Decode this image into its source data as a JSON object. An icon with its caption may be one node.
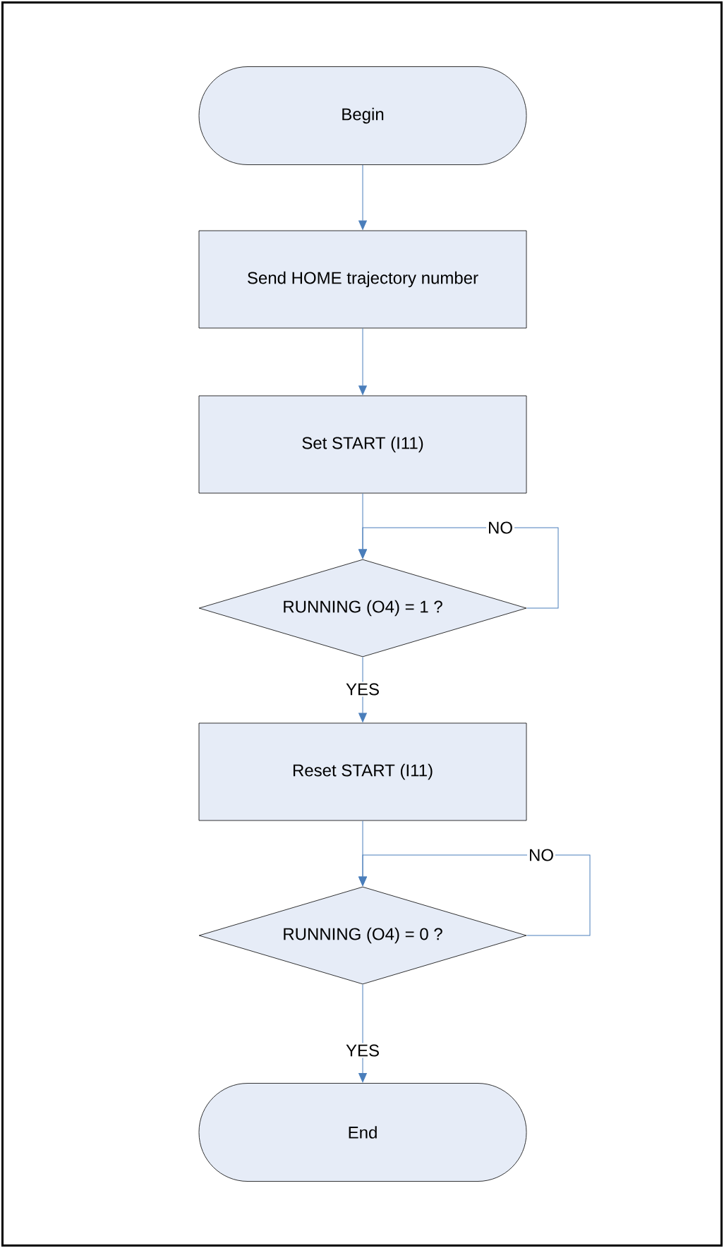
{
  "diagram": {
    "nodes": [
      {
        "text": [
          "Begin"
        ]
      },
      {
        "text": [
          "Send HOME trajectory number"
        ]
      },
      {
        "text": [
          "Set START (I11)"
        ]
      },
      {
        "text": [
          "RUNNING (O4) = 1 ?"
        ]
      },
      {
        "text": [
          "Reset START (I11)"
        ]
      },
      {
        "text": [
          "RUNNING (O4) = 0 ?"
        ]
      },
      {
        "text": [
          "End"
        ]
      }
    ],
    "edges": [
      {
        "from": 0,
        "to": 1,
        "arrow": "to"
      },
      {
        "from": 1,
        "to": 2,
        "arrow": "to"
      },
      {
        "from": 2,
        "to": 3,
        "arrow": "to"
      },
      {
        "from": 3,
        "to": 3,
        "arrow": "to",
        "label": "NO"
      },
      {
        "from": 3,
        "to": 4,
        "arrow": "to",
        "label": "YES"
      },
      {
        "from": 4,
        "to": 5,
        "arrow": "to"
      },
      {
        "from": 5,
        "to": 5,
        "arrow": "to",
        "label": "NO"
      },
      {
        "from": 5,
        "to": 6,
        "arrow": "to",
        "label": "YES"
      }
    ]
  }
}
